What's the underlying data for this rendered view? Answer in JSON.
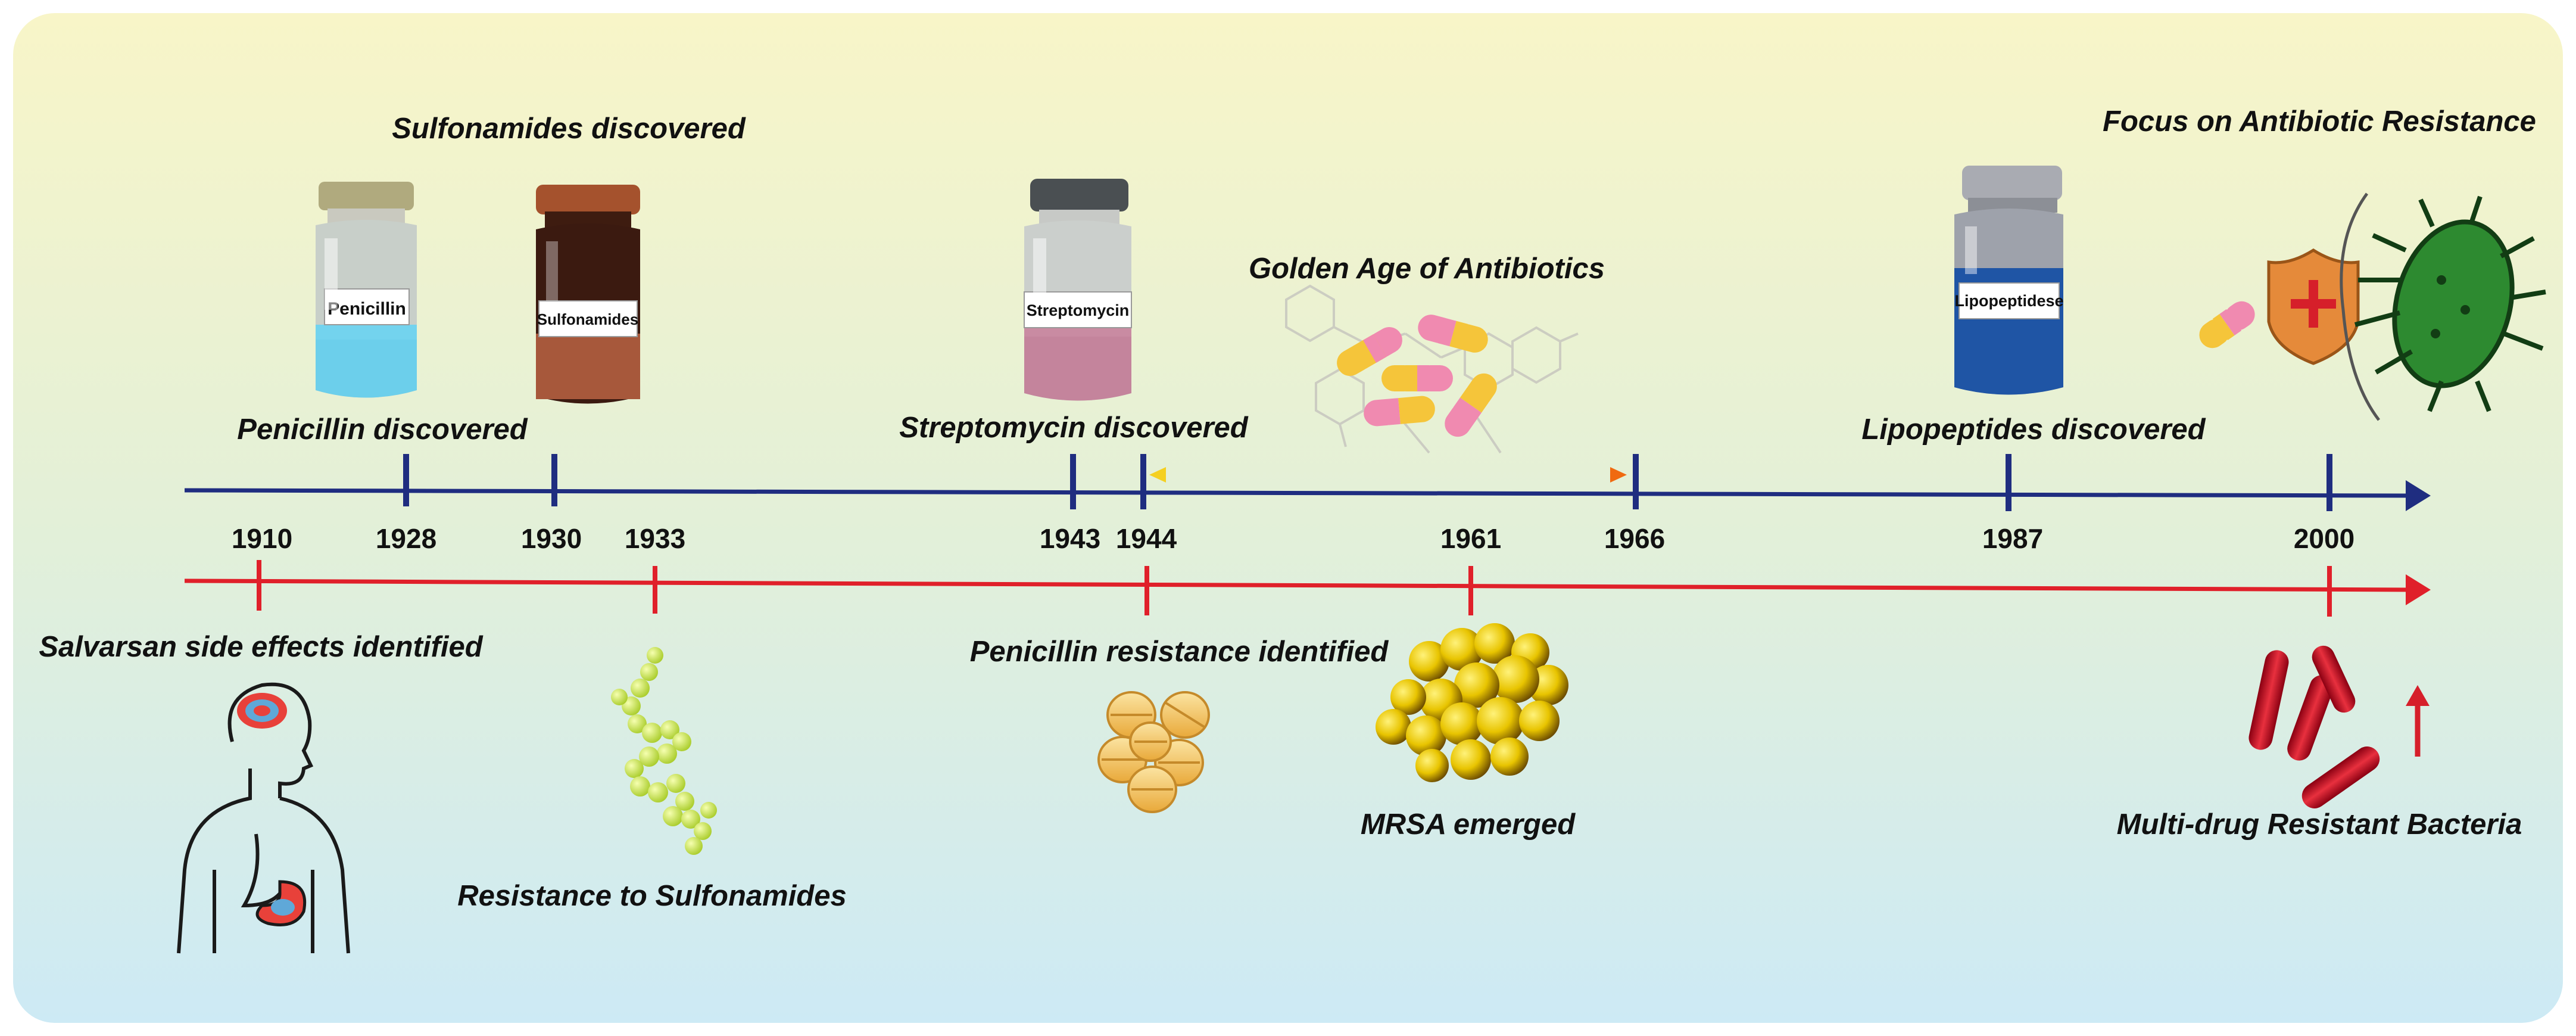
{
  "timeline": {
    "antibiotic_years": {
      "y1928": "1928",
      "y1930": "1930",
      "y1943": "1943",
      "y1944": "1944",
      "y1966": "1966",
      "y1987": "1987",
      "y2000": "2000"
    },
    "resistance_years": {
      "y1910": "1910",
      "y1933": "1933",
      "y1961": "1961"
    }
  },
  "events_top": {
    "sulfonamides_discovered": "Sulfonamides discovered",
    "penicillin_discovered": "Penicillin discovered",
    "streptomycin_discovered": "Streptomycin discovered",
    "golden_age": "Golden Age of Antibiotics",
    "lipopeptides_discovered": "Lipopeptides discovered",
    "focus_resistance": "Focus on Antibiotic Resistance"
  },
  "events_bottom": {
    "salvarsan": "Salvarsan side effects identified",
    "resistance_sulfonamides": "Resistance to Sulfonamides",
    "penicillin_resistance": "Penicillin resistance identified",
    "mrsa": "MRSA emerged",
    "mdr": "Multi-drug Resistant Bacteria"
  },
  "vials": {
    "penicillin": "Penicillin",
    "sulfonamides": "Sulfonamides",
    "streptomycin": "Streptomycin",
    "lipopeptides": "Lipopeptidese"
  },
  "colors": {
    "top_line": "#1f2d80",
    "bottom_line": "#e0202a",
    "bg_top": "#f8f5c8",
    "bg_bottom": "#cdeaf5",
    "golden_arrow_start": "#f5d020",
    "golden_arrow_end": "#f06a10"
  }
}
